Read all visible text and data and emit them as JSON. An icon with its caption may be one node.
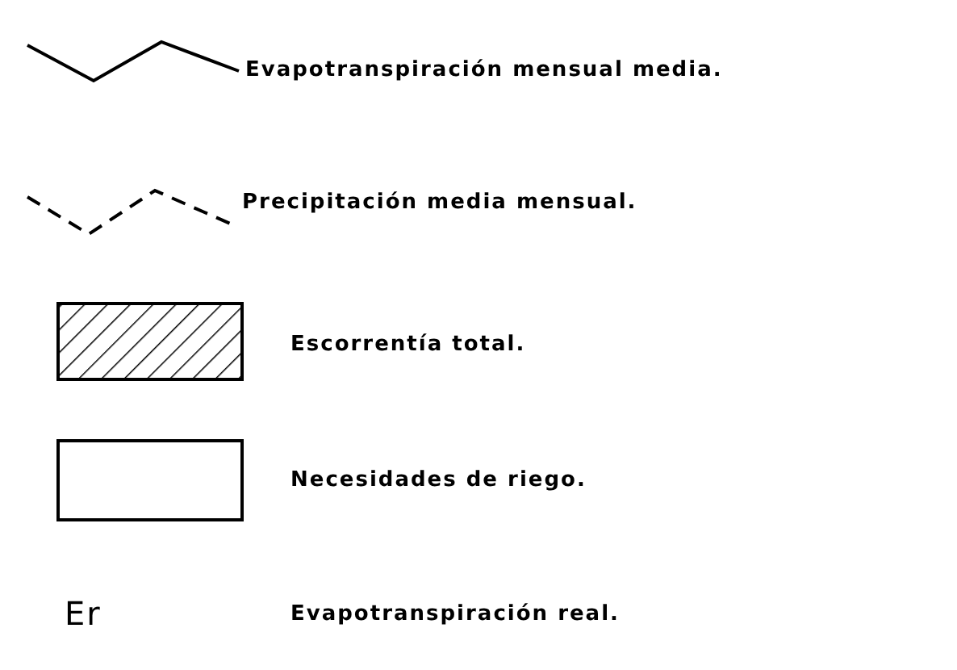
{
  "diagram": {
    "labels": [
      "Er"
    ],
    "legend": [
      {
        "text": "Evapotranspiración mensual media."
      },
      {
        "text": "Precipitación media mensual."
      },
      {
        "text": "Escorrentía total."
      },
      {
        "text": "Necesidades de riego."
      },
      {
        "text": "Evapotranspiración real."
      }
    ]
  }
}
